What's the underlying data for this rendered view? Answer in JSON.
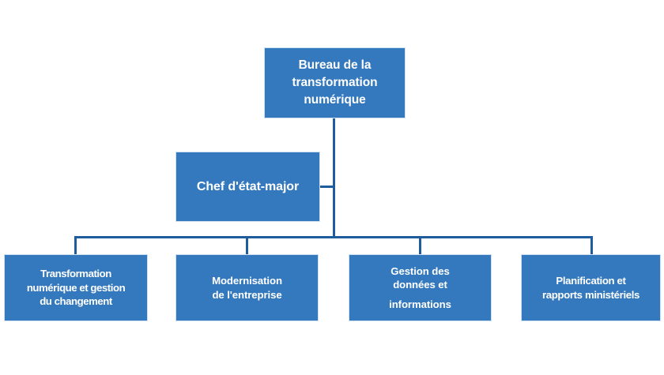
{
  "diagram": {
    "title": "Bureau de la transformation numérique - organigramme",
    "colors": {
      "box_fill": "#3479be",
      "box_border": "#cfe0f1",
      "connector": "#1f5c9e",
      "text": "#ffffff",
      "background": "#ffffff"
    },
    "root": {
      "lines": [
        "Bureau de la",
        "transformation",
        "numérique"
      ]
    },
    "chief": {
      "lines": [
        "Chef d'état-major"
      ]
    },
    "leaves": [
      {
        "lines": [
          "Transformation",
          "numérique et gestion",
          "du changement"
        ]
      },
      {
        "lines": [
          "Modernisation",
          "de l'entreprise"
        ]
      },
      {
        "lines": [
          "Gestion des",
          "données et",
          "informations"
        ]
      },
      {
        "lines": [
          "Planification et",
          "rapports ministériels"
        ]
      }
    ]
  }
}
